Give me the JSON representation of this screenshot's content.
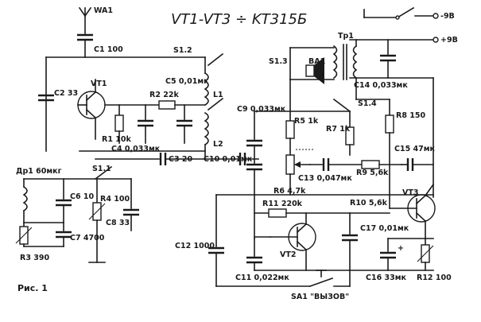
{
  "title": "VT1-VT3 ÷ KT315Б",
  "figure_caption": "Рис. 1",
  "power": {
    "switched": "-9В",
    "plus": "+9В"
  },
  "labels": {
    "wa1": "WA1",
    "c1": "C1 100",
    "s1_2": "S1.2",
    "tp1": "Tp1",
    "s1_3": "S1.3",
    "ba1": "BA1",
    "c2": "C2 33",
    "vt1": "VT1",
    "c5": "C5 0,01мк",
    "r2": "R2 22k",
    "l1": "L1",
    "c14": "C14 0,033мк",
    "s1_4": "S1.4",
    "c9": "C9 0,033мк",
    "r5": "R5 1k",
    "r7": "R7 1k",
    "r8": "R8 150",
    "r1": "R1 10k",
    "c4": "C4 0,033мк",
    "l2": "L2",
    "c15": "C15 47мк",
    "dr1": "Др1 60мкг",
    "s1_1": "S1.1",
    "c3": "C3 20",
    "c10": "C10 0,01мк",
    "c13": "C13 0,047мк",
    "r9": "R9 5,6k",
    "c6": "C6 10",
    "r4": "R4 100",
    "r6": "R6 4,7k",
    "c8": "C8 33",
    "r11": "R11 220k",
    "r10": "R10 5,6k",
    "vt3": "VT3",
    "c7": "C7 4700",
    "c12": "C12 1000",
    "c17": "C17 0,01мк",
    "vt2": "VT2",
    "r3": "R3 390",
    "c11": "C11 0,022мк",
    "c16": "C16 33мк",
    "r12": "R12 100",
    "sa1": "SA1 \"ВЫЗОВ\""
  }
}
